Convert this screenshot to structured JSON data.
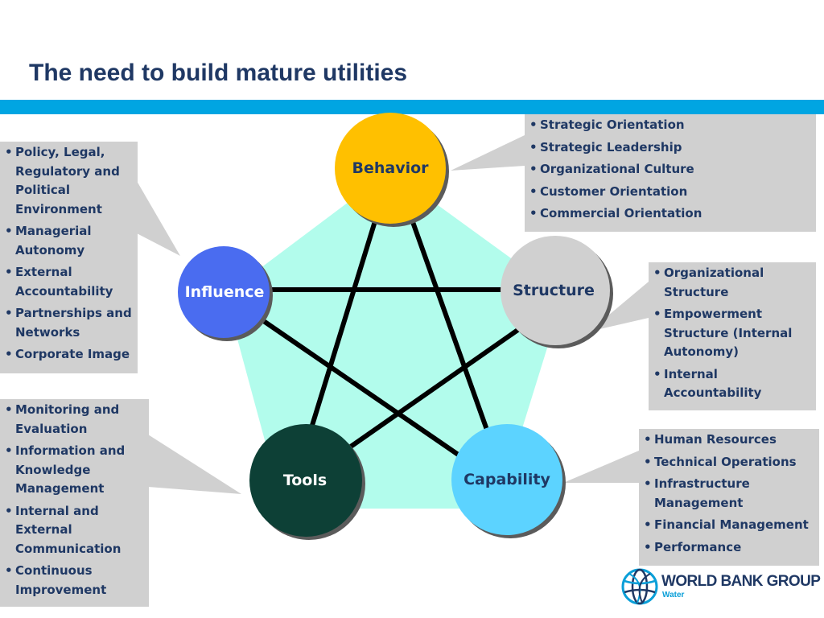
{
  "title": "The need to build mature utilities",
  "colors": {
    "title": "#1f3864",
    "band": "#00a5e2",
    "pentagon_fill": "#b2fcec",
    "callout_fill": "#d0d0d0",
    "callout_text": "#1f3864"
  },
  "nodes": {
    "behavior": {
      "label": "Behavior",
      "color": "#ffc000",
      "text_color": "#1f3864"
    },
    "influence": {
      "label": "Influence",
      "color": "#4a6cf0",
      "text_color": "#ffffff"
    },
    "structure": {
      "label": "Structure",
      "color": "#d0d0d0",
      "text_color": "#1f3864"
    },
    "tools": {
      "label": "Tools",
      "color": "#0d4036",
      "text_color": "#ffffff"
    },
    "capability": {
      "label": "Capability",
      "color": "#5cd3ff",
      "text_color": "#1f3864"
    }
  },
  "callouts": {
    "behavior": [
      "Strategic Orientation",
      "Strategic Leadership",
      "Organizational Culture",
      "Customer Orientation",
      "Commercial Orientation"
    ],
    "influence": [
      "Policy, Legal, Regulatory and Political Environment",
      "Managerial Autonomy",
      "External Accountability",
      "Partnerships and Networks",
      "Corporate Image"
    ],
    "structure": [
      "Organizational Structure",
      "Empowerment Structure (Internal Autonomy)",
      "Internal Accountability"
    ],
    "tools": [
      "Monitoring and Evaluation",
      "Information and Knowledge Management",
      "Internal and External Communication",
      "Continuous Improvement"
    ],
    "capability": [
      "Human Resources",
      "Technical Operations",
      "Infrastructure Management",
      "Financial Management",
      "Performance"
    ]
  },
  "logo": {
    "name": "WORLD BANK GROUP",
    "sub": "Water",
    "icon": "globe-icon"
  }
}
